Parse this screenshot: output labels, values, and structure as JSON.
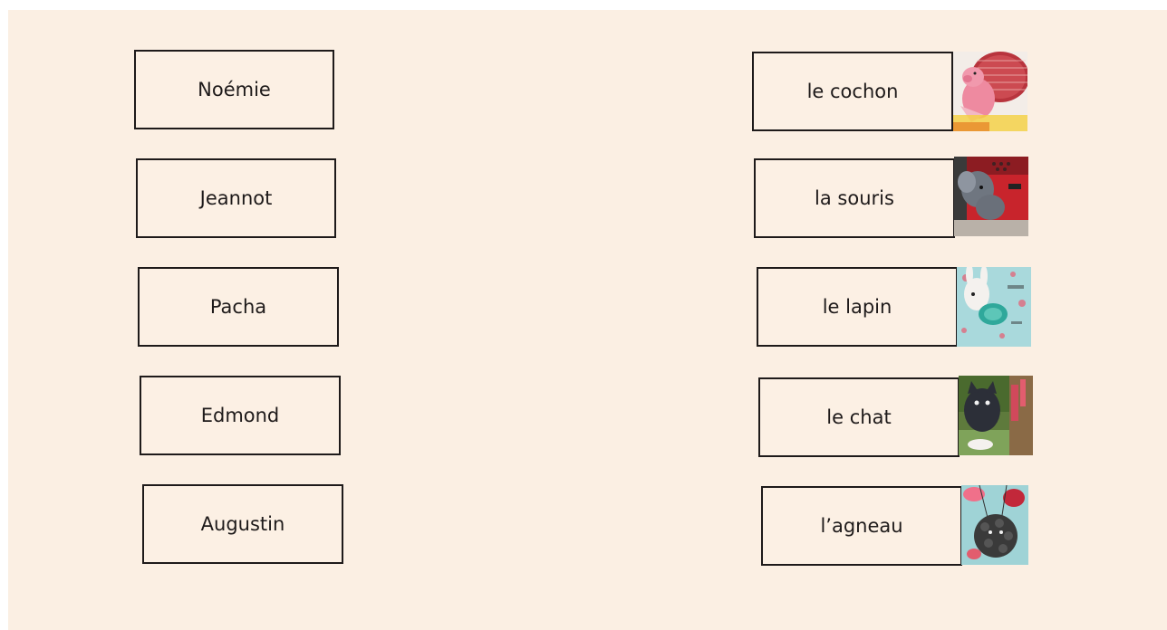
{
  "names": [
    {
      "label": "Noémie"
    },
    {
      "label": "Jeannot"
    },
    {
      "label": "Pacha"
    },
    {
      "label": "Edmond"
    },
    {
      "label": "Augustin"
    }
  ],
  "animals": [
    {
      "label": "le cochon",
      "picture": "pig-picture"
    },
    {
      "label": "la souris",
      "picture": "mouse-picture"
    },
    {
      "label": "le lapin",
      "picture": "rabbit-picture"
    },
    {
      "label": "le chat",
      "picture": "cat-picture"
    },
    {
      "label": "l’agneau",
      "picture": "lamb-picture"
    }
  ],
  "colors": {
    "background": "#fbefe3",
    "card_border": "#1e1a1a",
    "text": "#1e1a1a"
  }
}
